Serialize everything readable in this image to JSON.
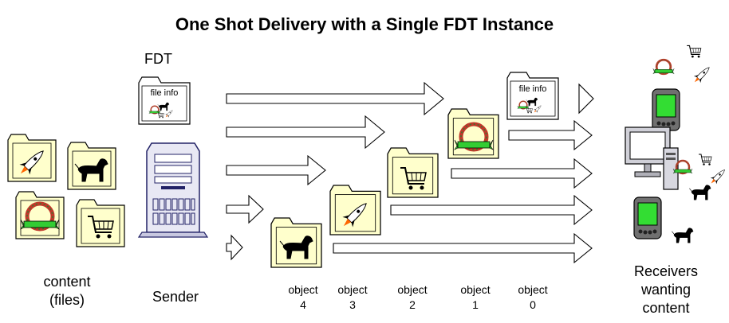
{
  "title": "One Shot Delivery with a Single FDT Instance",
  "fdt_label": "FDT",
  "file_info_label": "file info",
  "content_label": [
    "content",
    "(files)"
  ],
  "sender_label": "Sender",
  "objects": [
    {
      "line1": "object",
      "line2": "4"
    },
    {
      "line1": "object",
      "line2": "3"
    },
    {
      "line1": "object",
      "line2": "2"
    },
    {
      "line1": "object",
      "line2": "1"
    },
    {
      "line1": "object",
      "line2": "0"
    }
  ],
  "receivers_label": [
    "Receivers",
    "wanting",
    "content"
  ],
  "colors": {
    "folder": "#ffffcc",
    "wreath": "#c0392b",
    "ribbon": "#33cc33",
    "screen": "#33dd33"
  }
}
